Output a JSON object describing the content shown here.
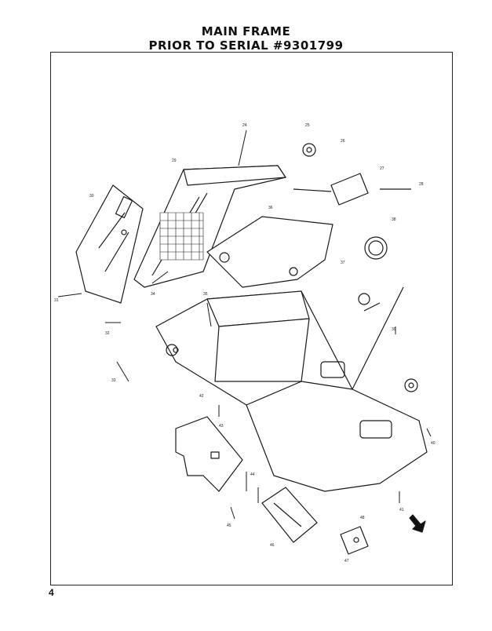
{
  "header": {
    "title": "MAIN FRAME",
    "subtitle": "PRIOR TO SERIAL #9301799"
  },
  "footer": {
    "page_number": "4"
  },
  "diagram": {
    "callouts": [
      "24",
      "25",
      "26",
      "27",
      "28",
      "29",
      "30",
      "31",
      "32",
      "33",
      "34",
      "35",
      "36",
      "37",
      "38",
      "39",
      "40",
      "41",
      "42",
      "43",
      "44",
      "45",
      "46",
      "47",
      "48"
    ]
  }
}
